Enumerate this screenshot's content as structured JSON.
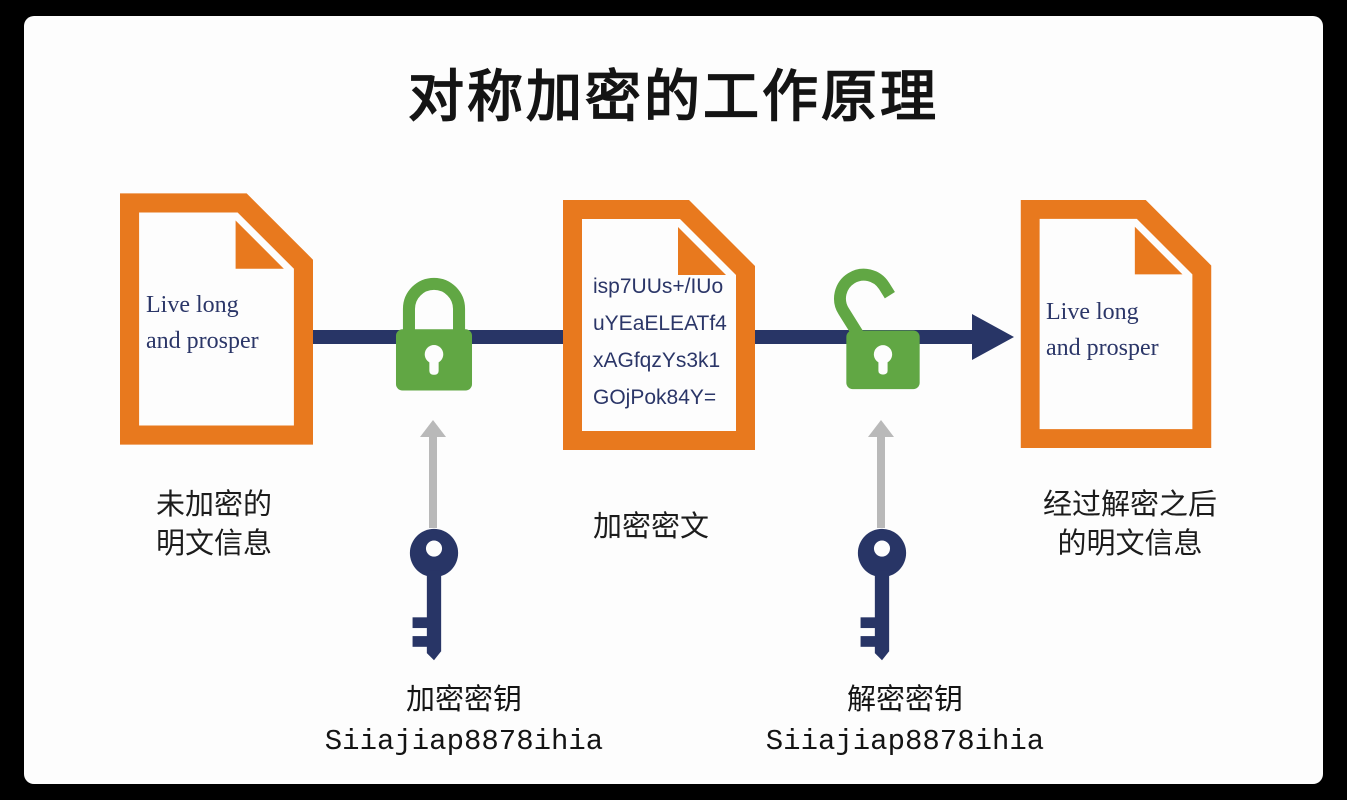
{
  "title": "对称加密的工作原理",
  "colors": {
    "orange": "#E8791E",
    "navy": "#283566",
    "green": "#61A744",
    "arrow_gray": "#B9B9B9",
    "text_dark": "#1C1C1C",
    "background": "#FDFDFD",
    "frame": "#000000"
  },
  "flow": {
    "plain_left": {
      "doc_lines": [
        "Live long",
        "and prosper"
      ],
      "caption_lines": [
        "未加密的",
        "明文信息"
      ]
    },
    "cipher": {
      "doc_lines": [
        "isp7UUs+/IUo",
        "uYEaELEATf4",
        "xAGfqzYs3k1",
        "GOjPok84Y="
      ],
      "caption_lines": [
        "加密密文"
      ]
    },
    "plain_right": {
      "doc_lines": [
        "Live long",
        "and prosper"
      ],
      "caption_lines": [
        "经过解密之后",
        "的明文信息"
      ]
    }
  },
  "keys": {
    "encryption": {
      "label": "加密密钥",
      "value": "Siiajiap8878ihia"
    },
    "decryption": {
      "label": "解密密钥",
      "value": "Siiajiap8878ihia"
    }
  },
  "icons": [
    "document-icon",
    "lock-closed-icon",
    "lock-open-icon",
    "key-icon",
    "flow-arrow-right-icon",
    "arrow-up-icon"
  ]
}
